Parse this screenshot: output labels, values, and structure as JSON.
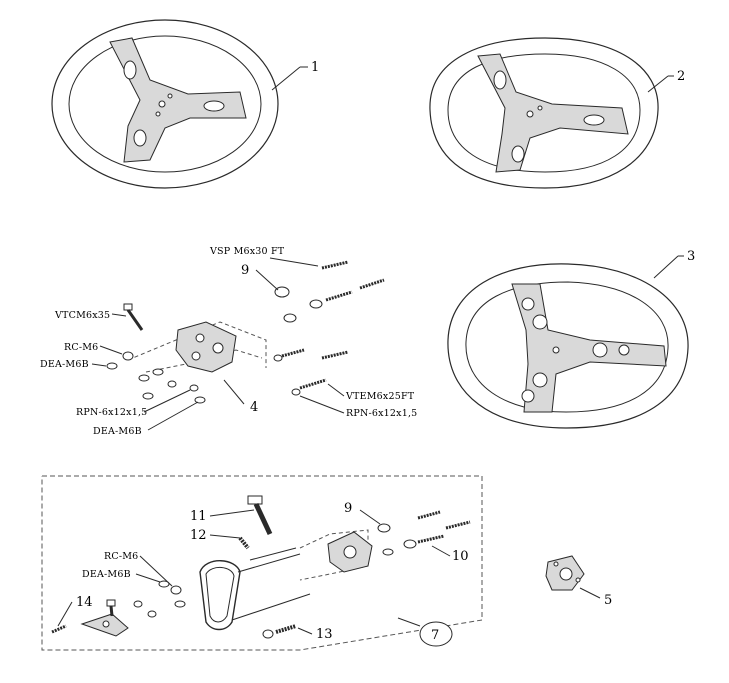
{
  "callouts": {
    "n1": "1",
    "n2": "2",
    "n3": "3",
    "n4": "4",
    "n5": "5",
    "n7": "7",
    "n9a": "9",
    "n9b": "9",
    "n10": "10",
    "n11": "11",
    "n12": "12",
    "n13": "13",
    "n14": "14"
  },
  "part_labels": {
    "vsp": "VSP M6x30 FT",
    "vtcm": "VTCM6x35",
    "rc_a": "RC-M6",
    "dea_a": "DEA-M6B",
    "rpn_a": "RPN-6x12x1,5",
    "dea_b": "DEA-M6B",
    "vtem": "VTEM6x25FT",
    "rpn_b": "RPN-6x12x1,5",
    "rc_b": "RC-M6",
    "dea_c": "DEA-M6B"
  }
}
